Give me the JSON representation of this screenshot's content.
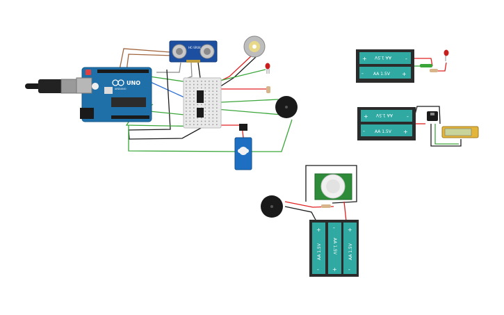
{
  "workspace": {
    "background": "#ffffff",
    "wire_colors": {
      "red": "#e02020",
      "black": "#1a1a1a",
      "green": "#3aa63a",
      "brown": "#a0643c",
      "gray": "#8a8a8a",
      "blue": "#2a6fd6"
    }
  },
  "arduino": {
    "brand_text": "UNO",
    "sub_text": "ARDUINO",
    "board_color": "#1f6fa8"
  },
  "ultrasonic_sensor": {
    "label": "HC-SR04",
    "board_color": "#1d4fa0"
  },
  "battery_packs": [
    {
      "cells": [
        {
          "label": "AA 1.5V",
          "plus": "+",
          "minus": "-"
        },
        {
          "label": "AA 1.5V",
          "plus": "+",
          "minus": "-"
        }
      ]
    },
    {
      "cells": [
        {
          "label": "AA 1.5V",
          "plus": "+",
          "minus": "-"
        },
        {
          "label": "AA 1.5V",
          "plus": "+",
          "minus": "-"
        }
      ]
    },
    {
      "cells": [
        {
          "label": "AA 1.5V",
          "plus": "+",
          "minus": "-"
        },
        {
          "label": "AA 1.5V",
          "plus": "+",
          "minus": "-"
        },
        {
          "label": "AA 1.5V",
          "plus": "+",
          "minus": "-"
        }
      ]
    }
  ],
  "colors": {
    "battery_teal": "#2fa9a2",
    "battery_body": "#2b2b2b",
    "led_red": "#c81e1e",
    "servo_blue": "#1e6fc2",
    "pir_green": "#2e8b3a",
    "lcd_yellow": "#e3b53a",
    "breadboard": "#e9e9e9"
  },
  "icons": {
    "motor": "dc-motor-icon",
    "buzzer": "piezo-buzzer-icon",
    "led": "led-icon",
    "servo": "servo-motor-icon",
    "pir": "pir-sensor-icon",
    "switch": "slide-switch-icon",
    "usb": "usb-cable-icon"
  }
}
